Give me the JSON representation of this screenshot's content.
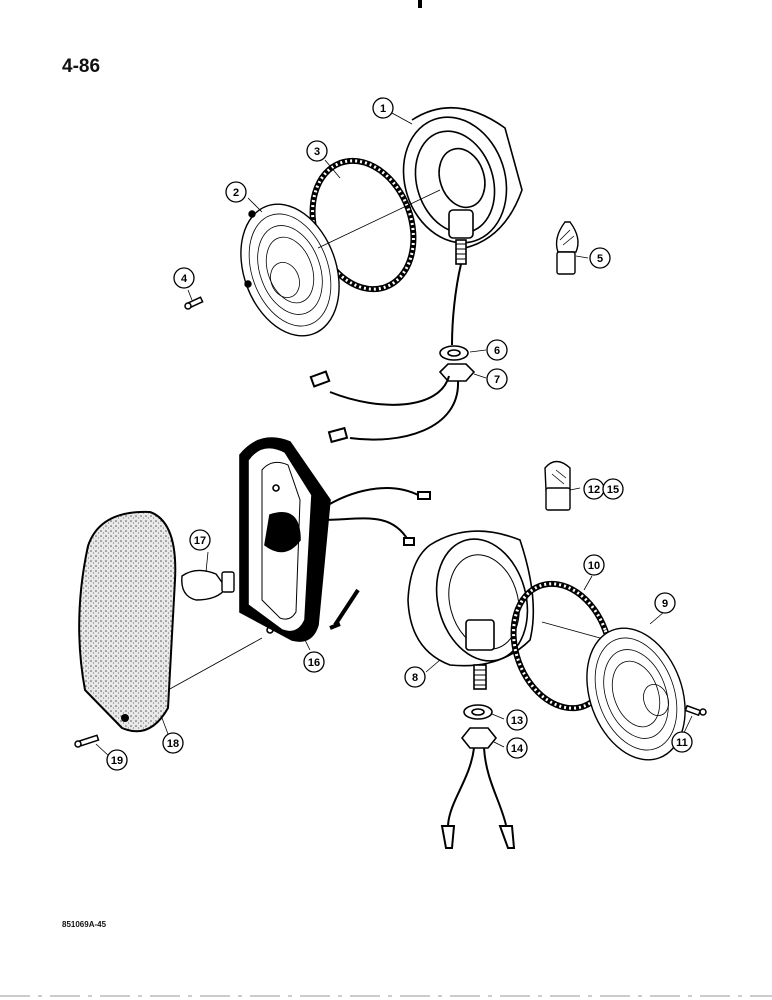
{
  "page_number": "4-86",
  "figure_code": "851069A-45",
  "callouts": {
    "c1": "1",
    "c2": "2",
    "c3": "3",
    "c4": "4",
    "c5": "5",
    "c6": "6",
    "c7": "7",
    "c8": "8",
    "c9": "9",
    "c10": "10",
    "c11": "11",
    "c12": "12",
    "c13": "13",
    "c14": "14",
    "c15": "15",
    "c16": "16",
    "c17": "17",
    "c18": "18",
    "c19": "19"
  }
}
